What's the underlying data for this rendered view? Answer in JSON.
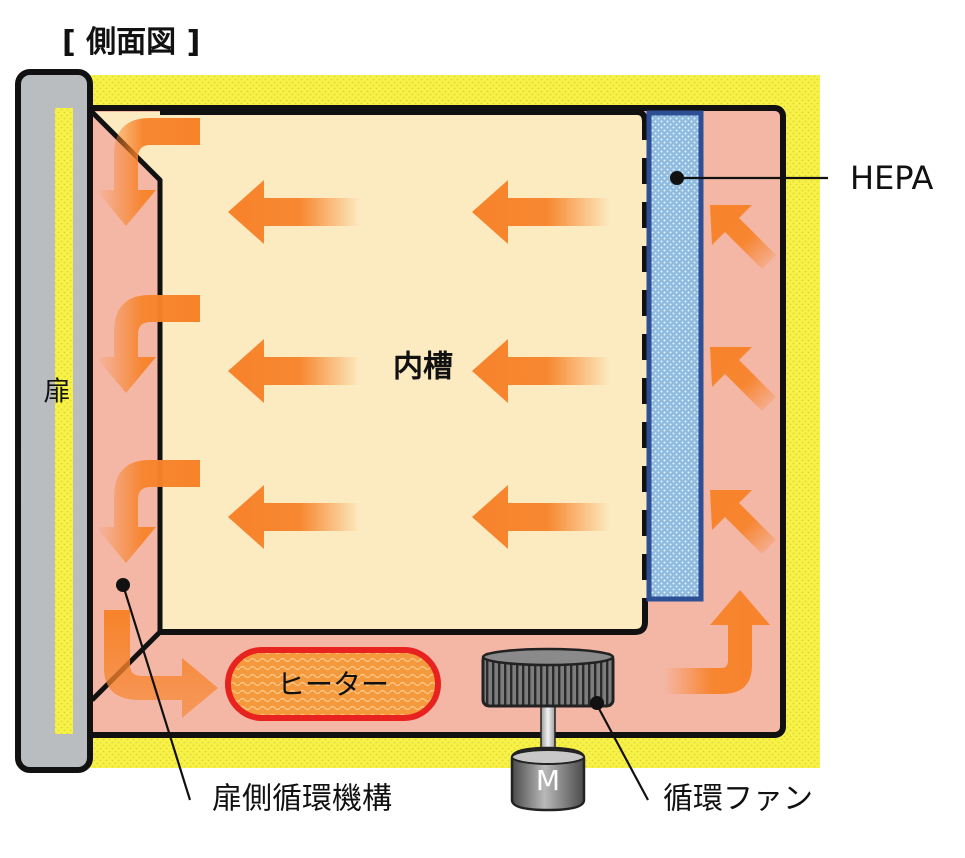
{
  "title": "[ 側面図 ]",
  "labels": {
    "door": "扉",
    "inner_chamber": "内槽",
    "hepa": "HEPA",
    "heater": "ヒーター",
    "door_side_mechanism": "扉側循環機構",
    "circulation_fan": "循環ファン",
    "motor": "M"
  },
  "colors": {
    "insulation": "#f7f24a",
    "air_duct": "#f4b7a6",
    "inner_chamber": "#fcebc0",
    "door": "#b9bdbf",
    "hepa_filter": "#8fbbe0",
    "hepa_border": "#2d4f95",
    "arrow": "#f7832a",
    "heater_fill": "#f59a3c",
    "heater_border": "#e8231f"
  }
}
